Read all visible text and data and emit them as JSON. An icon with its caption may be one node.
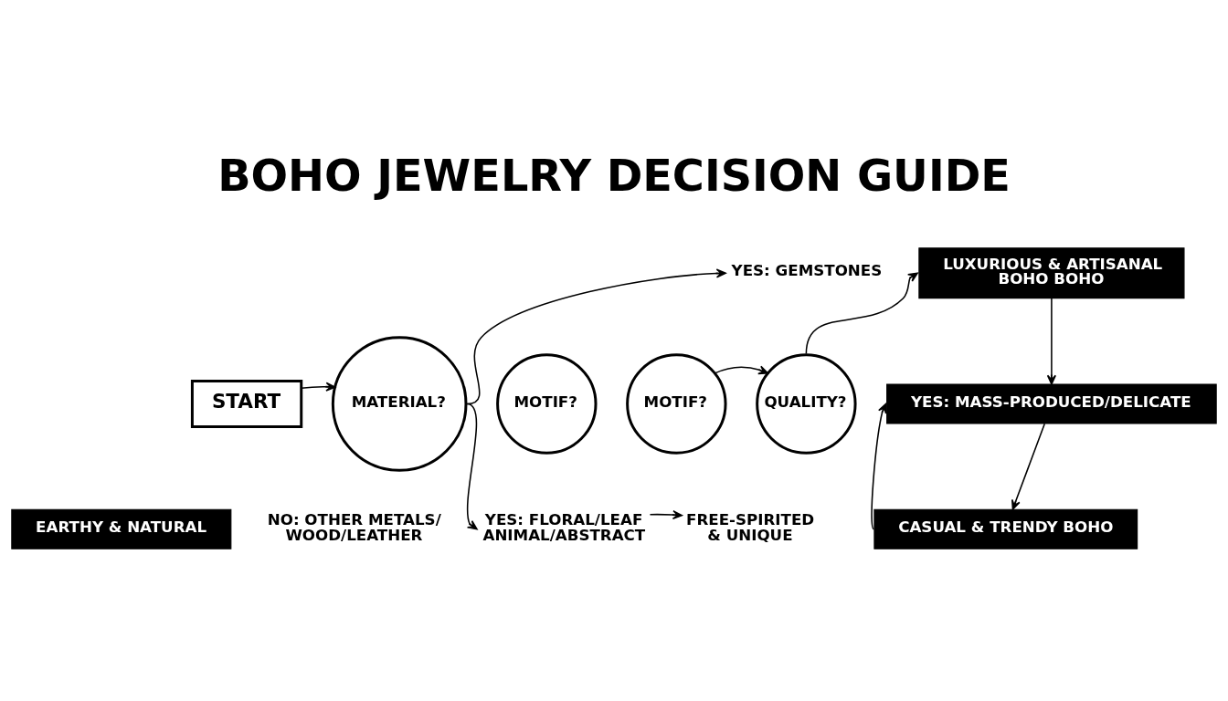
{
  "diagram": {
    "title": "BOHO JEWELRY DECISION GUIDE",
    "nodes": [
      {
        "text": [
          "START"
        ]
      },
      {
        "text": [
          "MATERIAL?"
        ]
      },
      {
        "text": [
          "YES: GEMSTONES"
        ]
      },
      {
        "text": [
          "MOTIF?"
        ]
      },
      {
        "text": [
          "MOTIF?"
        ]
      },
      {
        "text": [
          "QUALITY?"
        ]
      },
      {
        "text": [
          "LUXURIOUS & ARTISANAL BOHO BOHO"
        ]
      },
      {
        "text": [
          "YES: MASS-PRODUCED/DELICATE"
        ]
      },
      {
        "text": [
          "CASUAL & TRENDY BOHO"
        ]
      },
      {
        "text": [
          "EARTHY & NATURAL"
        ]
      },
      {
        "text": [
          "NO: OTHER METALS/ WOOD/LEATHER"
        ]
      },
      {
        "text": [
          "YES: FLORAL/LEAF ANIMAL/ABSTRACT"
        ]
      },
      {
        "text": [
          "FREE-SPIRITED & UNIQUE"
        ]
      }
    ],
    "edges": [
      {
        "from": 0,
        "to": 1,
        "arrow": "to"
      },
      {
        "from": 1,
        "to": 2,
        "arrow": "to"
      },
      {
        "from": 1,
        "to": 11,
        "arrow": "to"
      },
      {
        "from": 4,
        "to": 5,
        "arrow": "to"
      },
      {
        "from": 5,
        "to": 6,
        "arrow": "to"
      },
      {
        "from": 6,
        "to": 7,
        "arrow": "to"
      },
      {
        "from": 7,
        "to": 8,
        "arrow": "to"
      },
      {
        "from": 8,
        "to": 7,
        "arrow": "to"
      },
      {
        "from": 11,
        "to": 12,
        "arrow": "to"
      }
    ]
  }
}
